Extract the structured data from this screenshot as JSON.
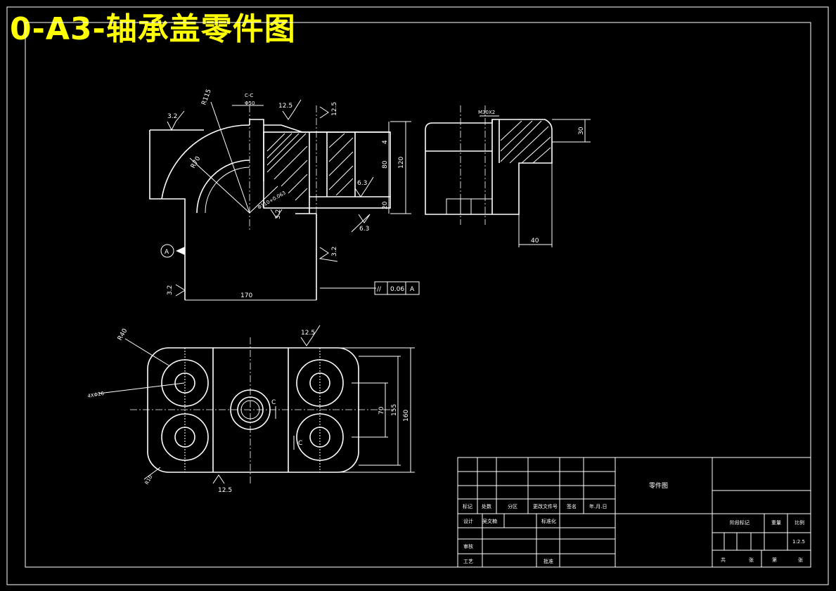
{
  "drawing": {
    "title": "0-A3-轴承盖零件图",
    "section_label": "C-C",
    "datum": "A",
    "surface_finish": {
      "a": "3.2",
      "b": "12.5",
      "c": "6.3"
    },
    "dims": {
      "r115": "R115",
      "r70": "R70",
      "phi50": "Φ50",
      "phi110": "Φ110+0.063",
      "d4": "4",
      "d80": "80",
      "d120": "120",
      "d20": "20",
      "d170": "170",
      "m30": "M30X2",
      "d30": "30",
      "d40": "40",
      "r40": "R40",
      "holes": "4XΦ26",
      "r10": "R10",
      "d70": "70",
      "d155": "155",
      "d160": "160"
    },
    "tolerance": {
      "symbol": "//",
      "value": "0.06",
      "datum": "A"
    },
    "cut_marks": {
      "c": "C"
    }
  },
  "title_block": {
    "part_name": "零件图",
    "scale": "1:2.5",
    "cells": {
      "mark": "标记",
      "count": "处数",
      "zone": "分区",
      "change_doc": "更改文件号",
      "sign": "签名",
      "date": "年.月.日",
      "design": "设计",
      "designer": "吴文楠",
      "standardize": "标准化",
      "review": "审核",
      "process": "工艺",
      "approve": "批准",
      "stage_mark": "阶段标记",
      "weight": "重量",
      "scale_label": "比例",
      "total": "共",
      "sheets": "张",
      "page": "第",
      "sheet2": "张"
    }
  }
}
